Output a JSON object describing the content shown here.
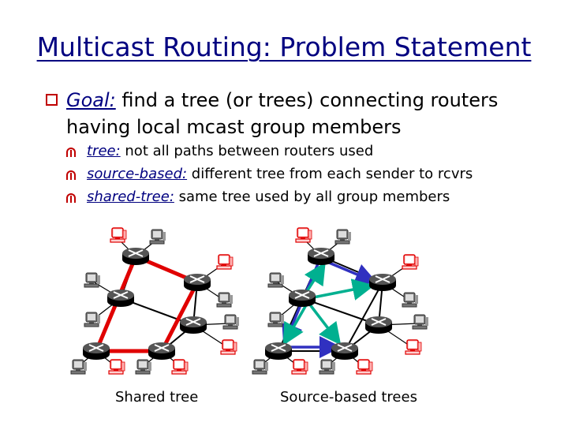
{
  "title": "Multicast Routing: Problem Statement",
  "goal": {
    "label": "Goal:",
    "text_line1": " find a tree (or trees) connecting routers",
    "text_line2": "having local mcast group members"
  },
  "bullets": [
    {
      "label": "tree:",
      "text": " not all paths between routers used"
    },
    {
      "label": "source-based:",
      "text": " different tree from each sender to rcvrs"
    },
    {
      "label": "shared-tree:",
      "text": " same tree used by all group members"
    }
  ],
  "captions": {
    "shared": "Shared tree",
    "source": "Source-based trees"
  },
  "colors": {
    "title": "#000080",
    "bullet": "#c00000",
    "shared_tree_link": "#e00000",
    "source_tree_blue": "#3030c0",
    "source_tree_green": "#00b090",
    "plain_link": "#000000",
    "member_host": "#e00000"
  }
}
